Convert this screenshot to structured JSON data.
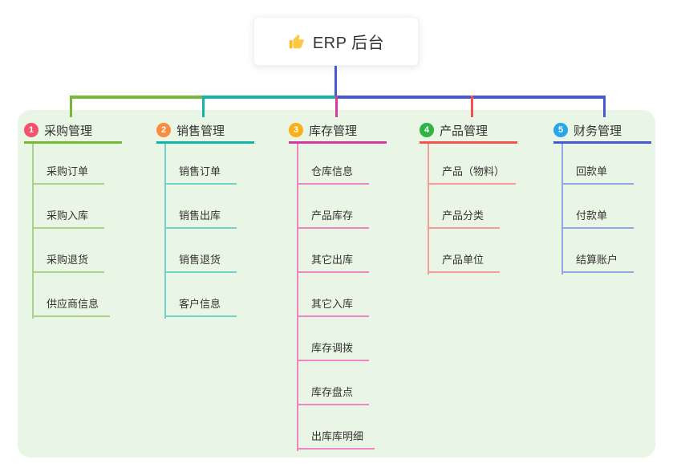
{
  "root": {
    "title": "ERP 后台",
    "icon": "thumbs-up-icon",
    "connector_color": "#4659d2"
  },
  "panel": {
    "background": "#eaf6e5"
  },
  "branches": [
    {
      "num": "1",
      "label": "采购管理",
      "badge_color": "#f4516c",
      "line_color": "#76b937",
      "child_line_color": "#abd289",
      "children": [
        "采购订单",
        "采购入库",
        "采购退货",
        "供应商信息"
      ]
    },
    {
      "num": "2",
      "label": "销售管理",
      "badge_color": "#fa8c41",
      "line_color": "#12b5a6",
      "child_line_color": "#72d2c8",
      "children": [
        "销售订单",
        "销售出库",
        "销售退货",
        "客户信息"
      ]
    },
    {
      "num": "3",
      "label": "库存管理",
      "badge_color": "#fbae17",
      "line_color": "#d8399f",
      "child_line_color": "#ee85c4",
      "children": [
        "仓库信息",
        "产品库存",
        "其它出库",
        "其它入库",
        "库存调拨",
        "库存盘点",
        "出库库明细"
      ]
    },
    {
      "num": "4",
      "label": "产品管理",
      "badge_color": "#2fb344",
      "line_color": "#f3544f",
      "child_line_color": "#f59d97",
      "children": [
        "产品（物料）",
        "产品分类",
        "产品单位"
      ]
    },
    {
      "num": "5",
      "label": "财务管理",
      "badge_color": "#28a6e9",
      "line_color": "#4659d2",
      "child_line_color": "#92a5e4",
      "children": [
        "回款单",
        "付款单",
        "结算账户"
      ]
    }
  ]
}
